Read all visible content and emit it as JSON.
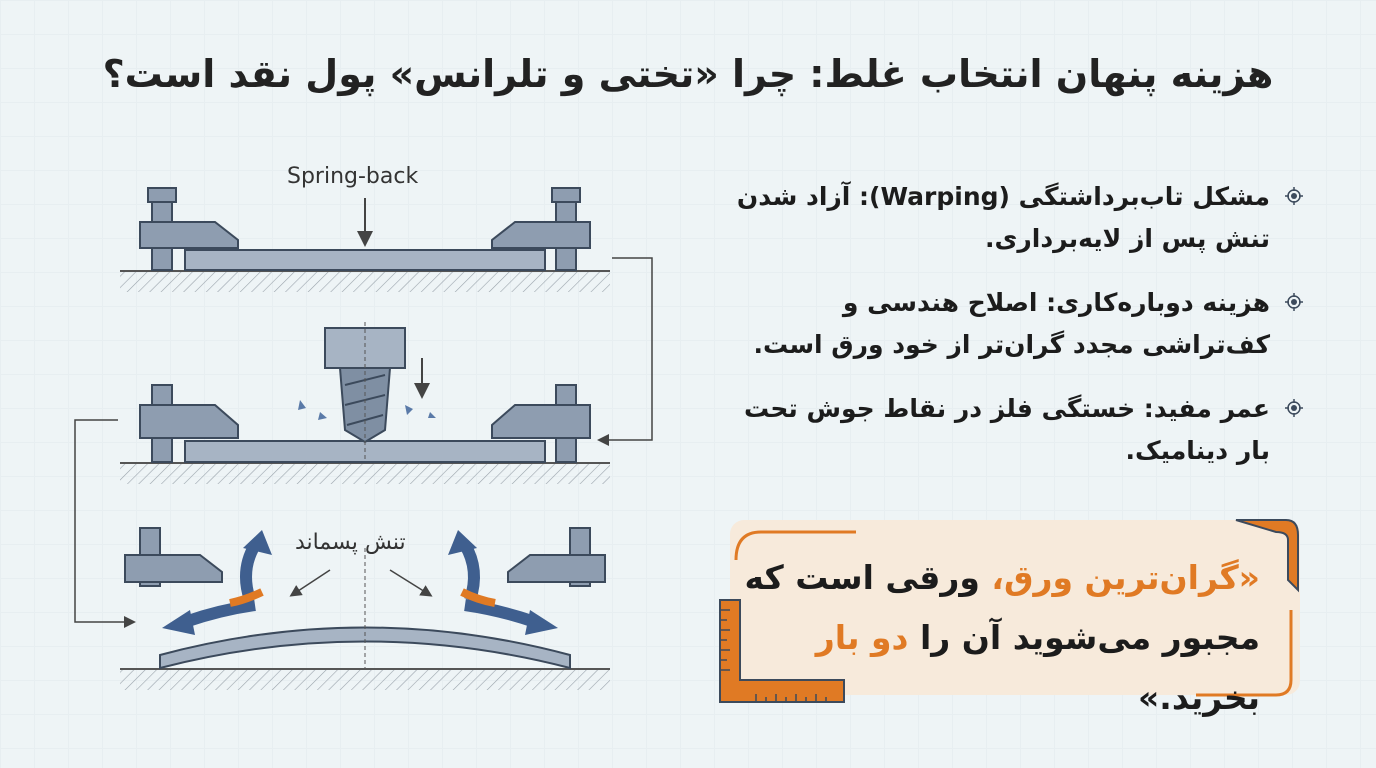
{
  "title": "هزینه پنهان انتخاب غلط: چرا «تختی و تلرانس» پول نقد است؟",
  "diagram": {
    "label_springback": "Spring-back",
    "label_residual_stress": "تنش پسماند"
  },
  "bullets": [
    {
      "text": "مشکل تاب‌برداشتگی (Warping): آزاد شدن تنش پس از لایه‌برداری."
    },
    {
      "text": "هزینه دوباره‌کاری: اصلاح هندسی و کف‌تراشی مجدد گران‌تر از خود ورق است."
    },
    {
      "text": "عمر مفید: خستگی فلز در نقاط جوش تحت بار دینامیک."
    }
  ],
  "quote": {
    "open": "«",
    "hl1": "گران‌ترین ورق،",
    "mid": " ورقی است که مجبور می‌شوید آن را ",
    "hl2": "دو بار",
    "end": " بخرید.»"
  },
  "colors": {
    "accent": "#e07a24",
    "steel": "#8e9db0",
    "dark": "#3c4a5c",
    "arrow": "#3f5f8f"
  }
}
